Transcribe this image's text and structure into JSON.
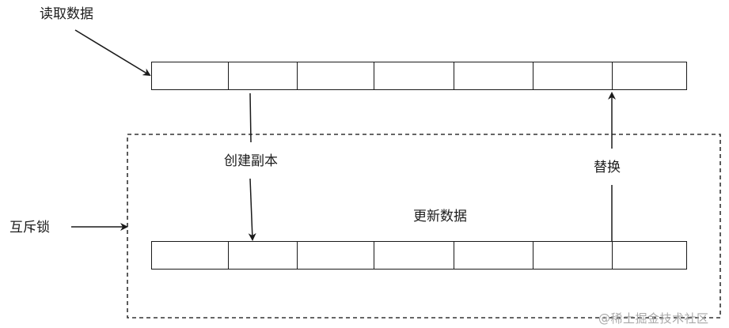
{
  "labels": {
    "read_data": "读取数据",
    "create_copy": "创建副本",
    "replace": "替换",
    "mutex": "互斥锁",
    "update_data": "更新数据"
  },
  "arrays": {
    "top": {
      "cells": 7,
      "cell_edges": [
        191,
        288,
        375,
        472,
        573,
        673,
        773,
        868
      ]
    },
    "bottom": {
      "cells": 7,
      "cell_edges": [
        191,
        288,
        375,
        472,
        573,
        673,
        773,
        868
      ]
    }
  },
  "watermark": "@稀土掘金技术社区",
  "colors": {
    "stroke": "#1a1a1a",
    "watermark": "#a8a8a8",
    "background": "#ffffff"
  }
}
